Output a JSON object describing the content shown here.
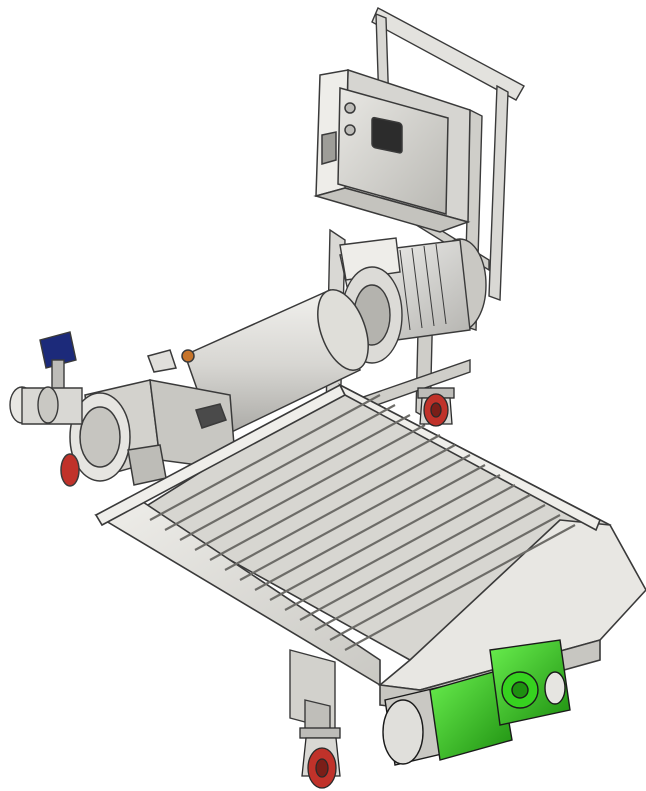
{
  "image": {
    "subject": "cad-render",
    "background": "#ffffff"
  },
  "palette": {
    "frame": "#dcdad5",
    "frame_dark": "#a9a7a1",
    "frame_light": "#efeeea",
    "steel": "#bdbcb8",
    "steel_dark": "#8e8d89",
    "outline": "#3a3a3a",
    "gearbox_green": "#36d21f",
    "gearbox_green_dark": "#1e8f10",
    "handle_blue": "#1c2a7a",
    "wheel_red": "#c0322a",
    "nut_orange": "#c7742a"
  },
  "parts": [
    "push-handle",
    "control-box",
    "electric-motor",
    "pump-barrel",
    "pump-head",
    "inlet-valve",
    "hopper-tray",
    "tray-grate",
    "auger-screws",
    "drive-gearbox",
    "castor-wheels"
  ]
}
